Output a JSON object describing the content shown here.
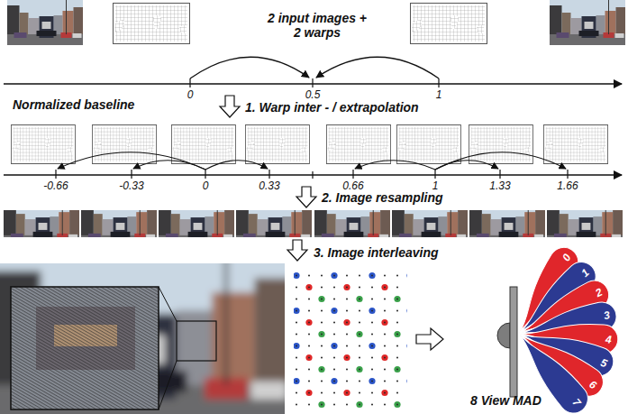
{
  "diagram": {
    "nodes": [
      {
        "text": [
          "0"
        ]
      },
      {
        "text": [
          "1"
        ]
      },
      {
        "text": [
          "2"
        ]
      },
      {
        "text": [
          "3"
        ]
      },
      {
        "text": [
          "4"
        ]
      },
      {
        "text": [
          "5"
        ]
      },
      {
        "text": [
          "6"
        ]
      },
      {
        "text": [
          "7"
        ]
      }
    ],
    "labels": [
      "2 input images + 2 warps",
      "Normalized baseline",
      "0",
      "0.5",
      "1",
      "1. Warp inter - / extrapolation",
      "-0.66",
      "-0.33",
      "0",
      "0.33",
      "0.66",
      "1",
      "1.33",
      "1.66",
      "2. Image resampling",
      "3. Image interleaving",
      "8 View MAD"
    ]
  }
}
